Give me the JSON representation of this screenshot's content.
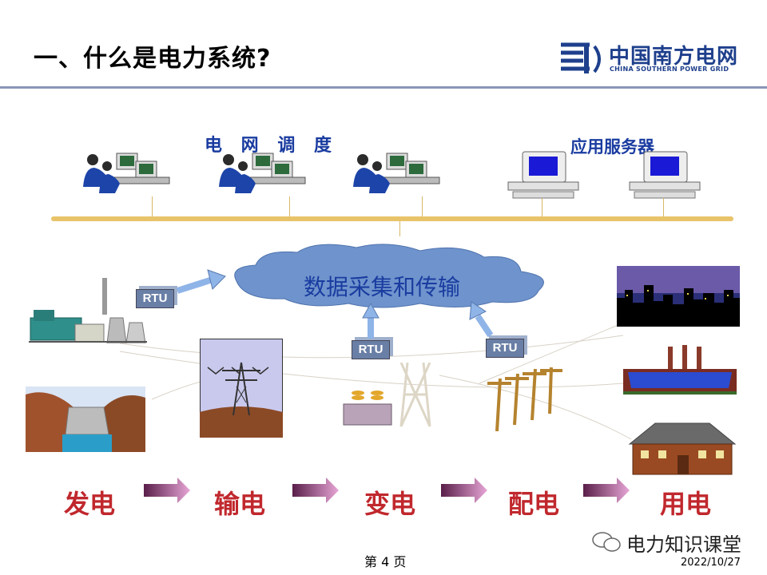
{
  "title": "一、什么是电力系统?",
  "logo": {
    "name_cn": "中国南方电网",
    "name_en": "CHINA SOUTHERN POWER GRID"
  },
  "labels": {
    "dispatch": "电 网 调 度",
    "servers": "应用服务器",
    "cloud": "数据采集和传输"
  },
  "rtu_label": "RTU",
  "stages": [
    "发电",
    "输电",
    "变电",
    "配电",
    "用电"
  ],
  "footer": {
    "page": "第 4 页",
    "date": "2022/10/27",
    "watermark": "电力知识课堂"
  },
  "colors": {
    "bus": "#e8c36a",
    "cloud": "#6f93cc",
    "stage_text": "#c0282d",
    "label_text": "#1a3ca0",
    "arrow": "#d78fc0"
  }
}
